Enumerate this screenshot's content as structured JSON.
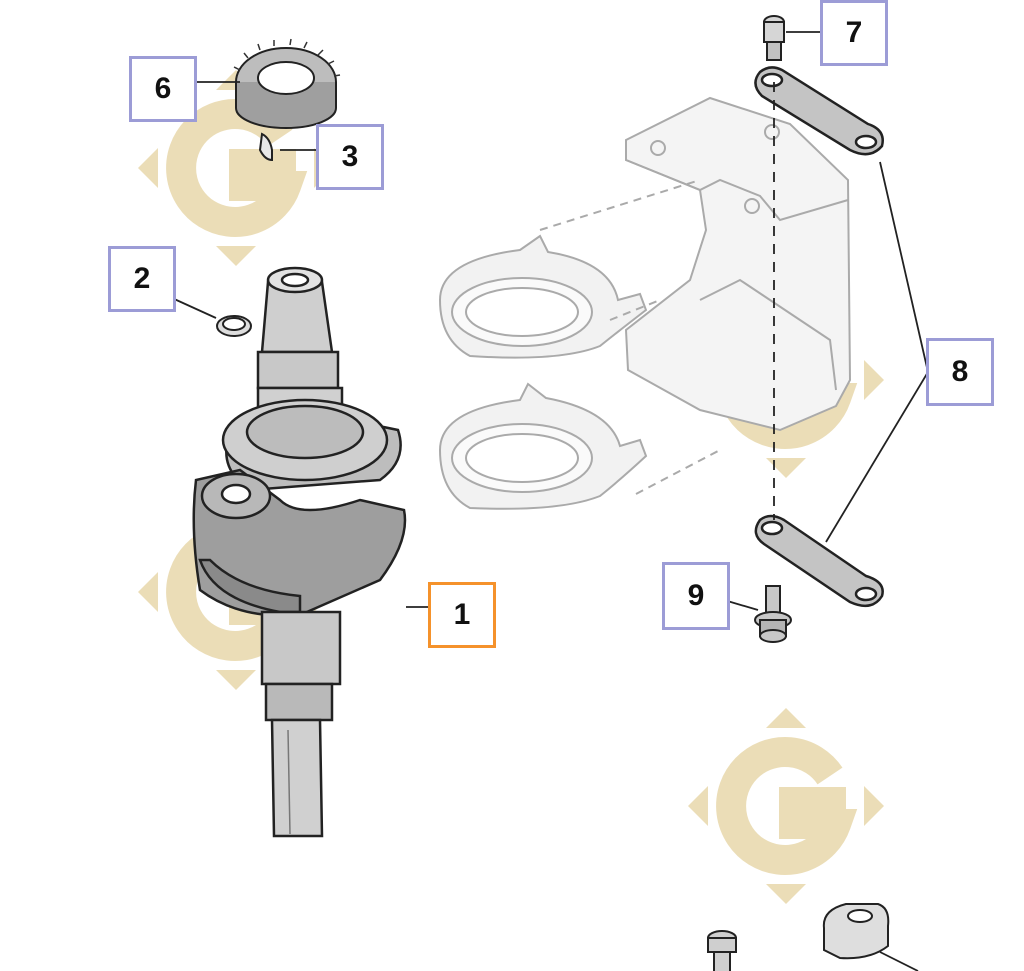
{
  "diagram": {
    "callouts": [
      {
        "id": "1",
        "label": "1",
        "state": "selected",
        "color": "#f5922b"
      },
      {
        "id": "2",
        "label": "2",
        "state": "normal",
        "color": "#9c9cd6"
      },
      {
        "id": "3",
        "label": "3",
        "state": "normal",
        "color": "#9c9cd6"
      },
      {
        "id": "6",
        "label": "6",
        "state": "normal",
        "color": "#9c9cd6"
      },
      {
        "id": "7",
        "label": "7",
        "state": "normal",
        "color": "#9c9cd6"
      },
      {
        "id": "8",
        "label": "8",
        "state": "normal",
        "color": "#9c9cd6"
      },
      {
        "id": "9",
        "label": "9",
        "state": "normal",
        "color": "#9c9cd6"
      }
    ],
    "watermark": {
      "icon": "g-logo-watermark-icon",
      "color": "#e8d9b0"
    }
  }
}
